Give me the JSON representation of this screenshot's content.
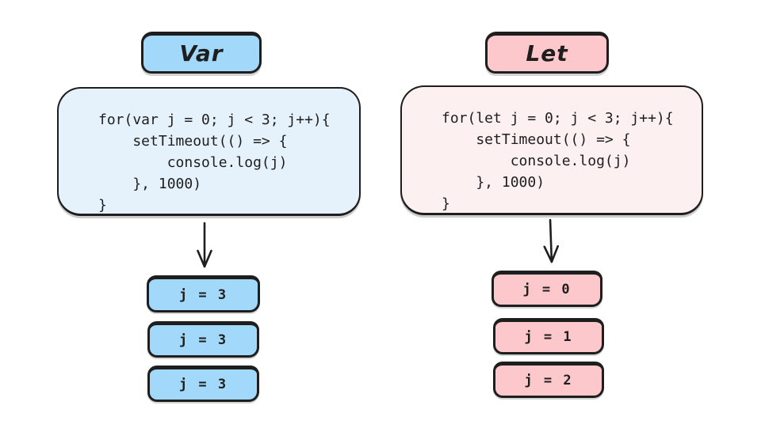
{
  "colors": {
    "ink": "#1e1e1e",
    "blue": "#a2d8f9",
    "blue_light": "#e6f2fb",
    "pink": "#fcc8cb",
    "pink_light": "#fdf0f0",
    "bg": "#ffffff"
  },
  "icons": {
    "flow_arrow": "down-arrow"
  },
  "columns": [
    {
      "id": "var",
      "title": "Var",
      "code_lines": [
        "for(var j = 0; j < 3; j++){",
        "    setTimeout(() => {",
        "        console.log(j)",
        "    }, 1000)",
        "}"
      ],
      "outputs": [
        "j = 3",
        "j = 3",
        "j = 3"
      ]
    },
    {
      "id": "let",
      "title": "Let",
      "code_lines": [
        "for(let j = 0; j < 3; j++){",
        "    setTimeout(() => {",
        "        console.log(j)",
        "    }, 1000)",
        "}"
      ],
      "outputs": [
        "j = 0",
        "j = 1",
        "j = 2"
      ]
    }
  ]
}
